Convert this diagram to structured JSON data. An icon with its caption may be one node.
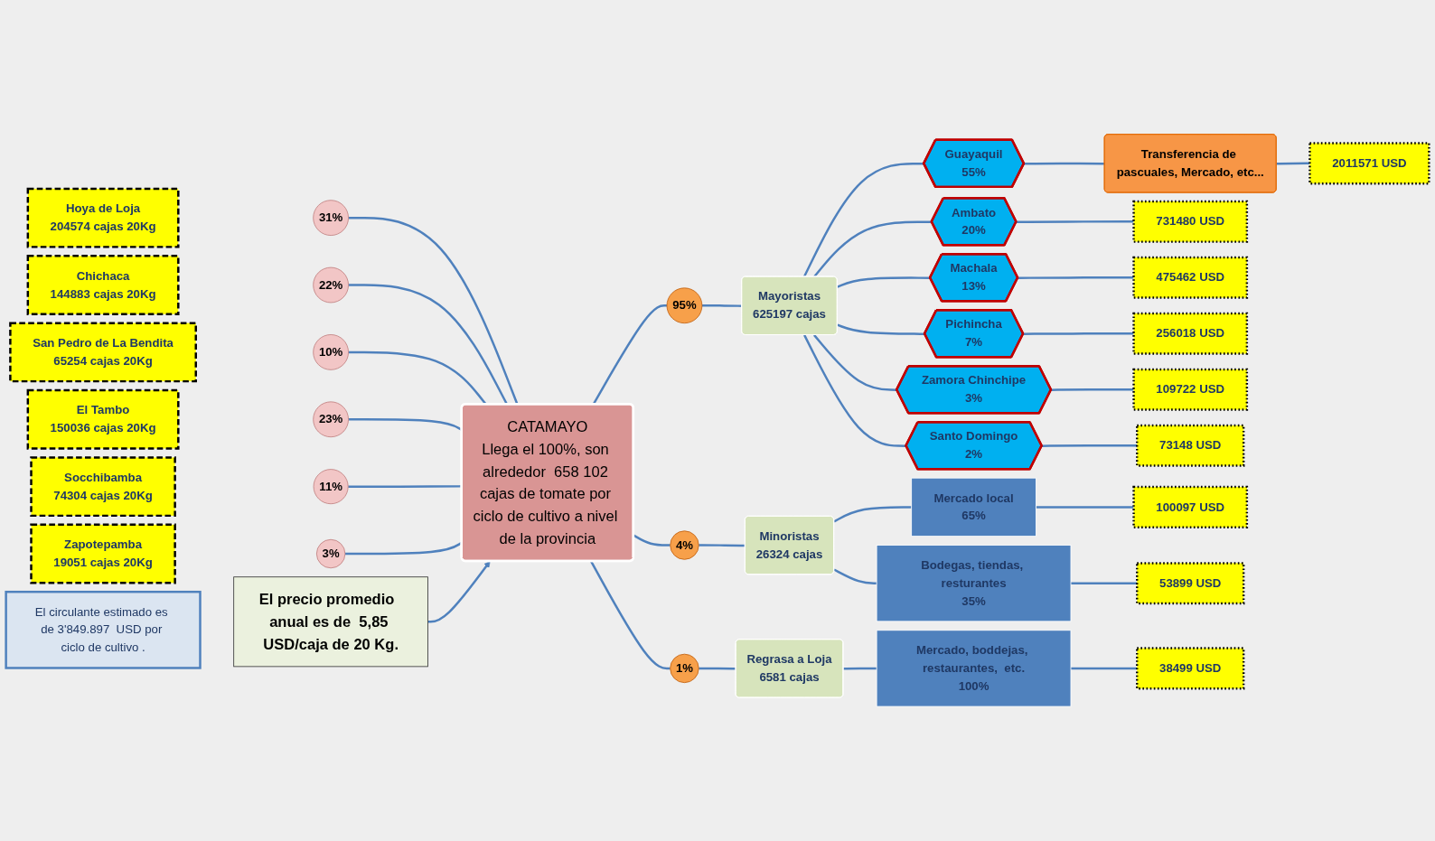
{
  "diagram": {
    "nodes": [
      {
        "text": [
          "Hoya de Loja",
          "204574 cajas 20Kg"
        ]
      },
      {
        "text": [
          "31%"
        ]
      },
      {
        "text": [
          "Chichaca",
          "144883 cajas 20Kg"
        ]
      },
      {
        "text": [
          "22%"
        ]
      },
      {
        "text": [
          "San Pedro de La Bendita",
          "65254 cajas 20Kg"
        ]
      },
      {
        "text": [
          "10%"
        ]
      },
      {
        "text": [
          "El Tambo",
          "150036 cajas 20Kg"
        ]
      },
      {
        "text": [
          "23%"
        ]
      },
      {
        "text": [
          "Socchibamba",
          "74304 cajas 20Kg"
        ]
      },
      {
        "text": [
          "11%"
        ]
      },
      {
        "text": [
          "Zapotepamba",
          "19051 cajas 20Kg"
        ]
      },
      {
        "text": [
          "3%"
        ]
      },
      {
        "text": [
          "El precio promedio  anual es de  5,85 USD/caja de 20 Kg."
        ]
      },
      {
        "text": [
          "CATAMAYO",
          "Llega el 100%, son alrededor  658 102 cajas de tomate por ciclo de cultivo a nivel de la provincia"
        ]
      },
      {
        "text": [
          "El circulante estimado es de 3'849.897  USD por ciclo de cultivo ."
        ]
      },
      {
        "text": [
          "95%"
        ]
      },
      {
        "text": [
          "Mayoristas",
          "625197  cajas"
        ]
      },
      {
        "text": [
          "4%"
        ]
      },
      {
        "text": [
          "Minoristas",
          "26324 cajas"
        ]
      },
      {
        "text": [
          "1%"
        ]
      },
      {
        "text": [
          "Regrasa a Loja",
          "6581 cajas"
        ]
      },
      {
        "text": [
          "Guayaquil",
          "55%"
        ]
      },
      {
        "text": [
          "Transferencia de pascuales, Mercado, etc..."
        ]
      },
      {
        "text": [
          "2011571 USD"
        ]
      },
      {
        "text": [
          "Ambato",
          "20%"
        ]
      },
      {
        "text": [
          "731480 USD"
        ]
      },
      {
        "text": [
          "Machala",
          "13%"
        ]
      },
      {
        "text": [
          "475462 USD"
        ]
      },
      {
        "text": [
          "Pichincha",
          "7%"
        ]
      },
      {
        "text": [
          "256018 USD"
        ]
      },
      {
        "text": [
          "Zamora Chinchipe",
          "3%"
        ]
      },
      {
        "text": [
          "109722 USD"
        ]
      },
      {
        "text": [
          "Santo Domingo",
          "2%"
        ]
      },
      {
        "text": [
          "73148 USD"
        ]
      },
      {
        "text": [
          "Mercado local",
          "65%"
        ]
      },
      {
        "text": [
          "100097 USD"
        ]
      },
      {
        "text": [
          "Bodegas, tiendas, resturantes",
          "35%"
        ]
      },
      {
        "text": [
          "53899 USD"
        ]
      },
      {
        "text": [
          "Mercado, boddejas, restaurantes,  etc.",
          "100%"
        ]
      },
      {
        "text": [
          "38499 USD"
        ]
      }
    ],
    "edges": [
      {
        "from": 1,
        "to": 13,
        "arrow": "none"
      },
      {
        "from": 3,
        "to": 13,
        "arrow": "none"
      },
      {
        "from": 5,
        "to": 13,
        "arrow": "none"
      },
      {
        "from": 7,
        "to": 13,
        "arrow": "none"
      },
      {
        "from": 9,
        "to": 13,
        "arrow": "none"
      },
      {
        "from": 11,
        "to": 13,
        "arrow": "none"
      },
      {
        "from": 12,
        "to": 13,
        "arrow": "to"
      },
      {
        "from": 13,
        "to": 15,
        "arrow": "none"
      },
      {
        "from": 15,
        "to": 16,
        "arrow": "none"
      },
      {
        "from": 13,
        "to": 17,
        "arrow": "none"
      },
      {
        "from": 17,
        "to": 18,
        "arrow": "none"
      },
      {
        "from": 13,
        "to": 19,
        "arrow": "none"
      },
      {
        "from": 19,
        "to": 20,
        "arrow": "none"
      },
      {
        "from": 16,
        "to": 21,
        "arrow": "none"
      },
      {
        "from": 21,
        "to": 22,
        "arrow": "none"
      },
      {
        "from": 22,
        "to": 23,
        "arrow": "none"
      },
      {
        "from": 16,
        "to": 24,
        "arrow": "none"
      },
      {
        "from": 24,
        "to": 25,
        "arrow": "none"
      },
      {
        "from": 16,
        "to": 26,
        "arrow": "none"
      },
      {
        "from": 26,
        "to": 27,
        "arrow": "none"
      },
      {
        "from": 16,
        "to": 28,
        "arrow": "none"
      },
      {
        "from": 28,
        "to": 29,
        "arrow": "none"
      },
      {
        "from": 16,
        "to": 30,
        "arrow": "none"
      },
      {
        "from": 30,
        "to": 31,
        "arrow": "none"
      },
      {
        "from": 16,
        "to": 32,
        "arrow": "none"
      },
      {
        "from": 32,
        "to": 33,
        "arrow": "none"
      },
      {
        "from": 18,
        "to": 34,
        "arrow": "none"
      },
      {
        "from": 34,
        "to": 35,
        "arrow": "none"
      },
      {
        "from": 18,
        "to": 36,
        "arrow": "none"
      },
      {
        "from": 36,
        "to": 37,
        "arrow": "none"
      },
      {
        "from": 20,
        "to": 38,
        "arrow": "none"
      },
      {
        "from": 38,
        "to": 39,
        "arrow": "none"
      }
    ]
  }
}
